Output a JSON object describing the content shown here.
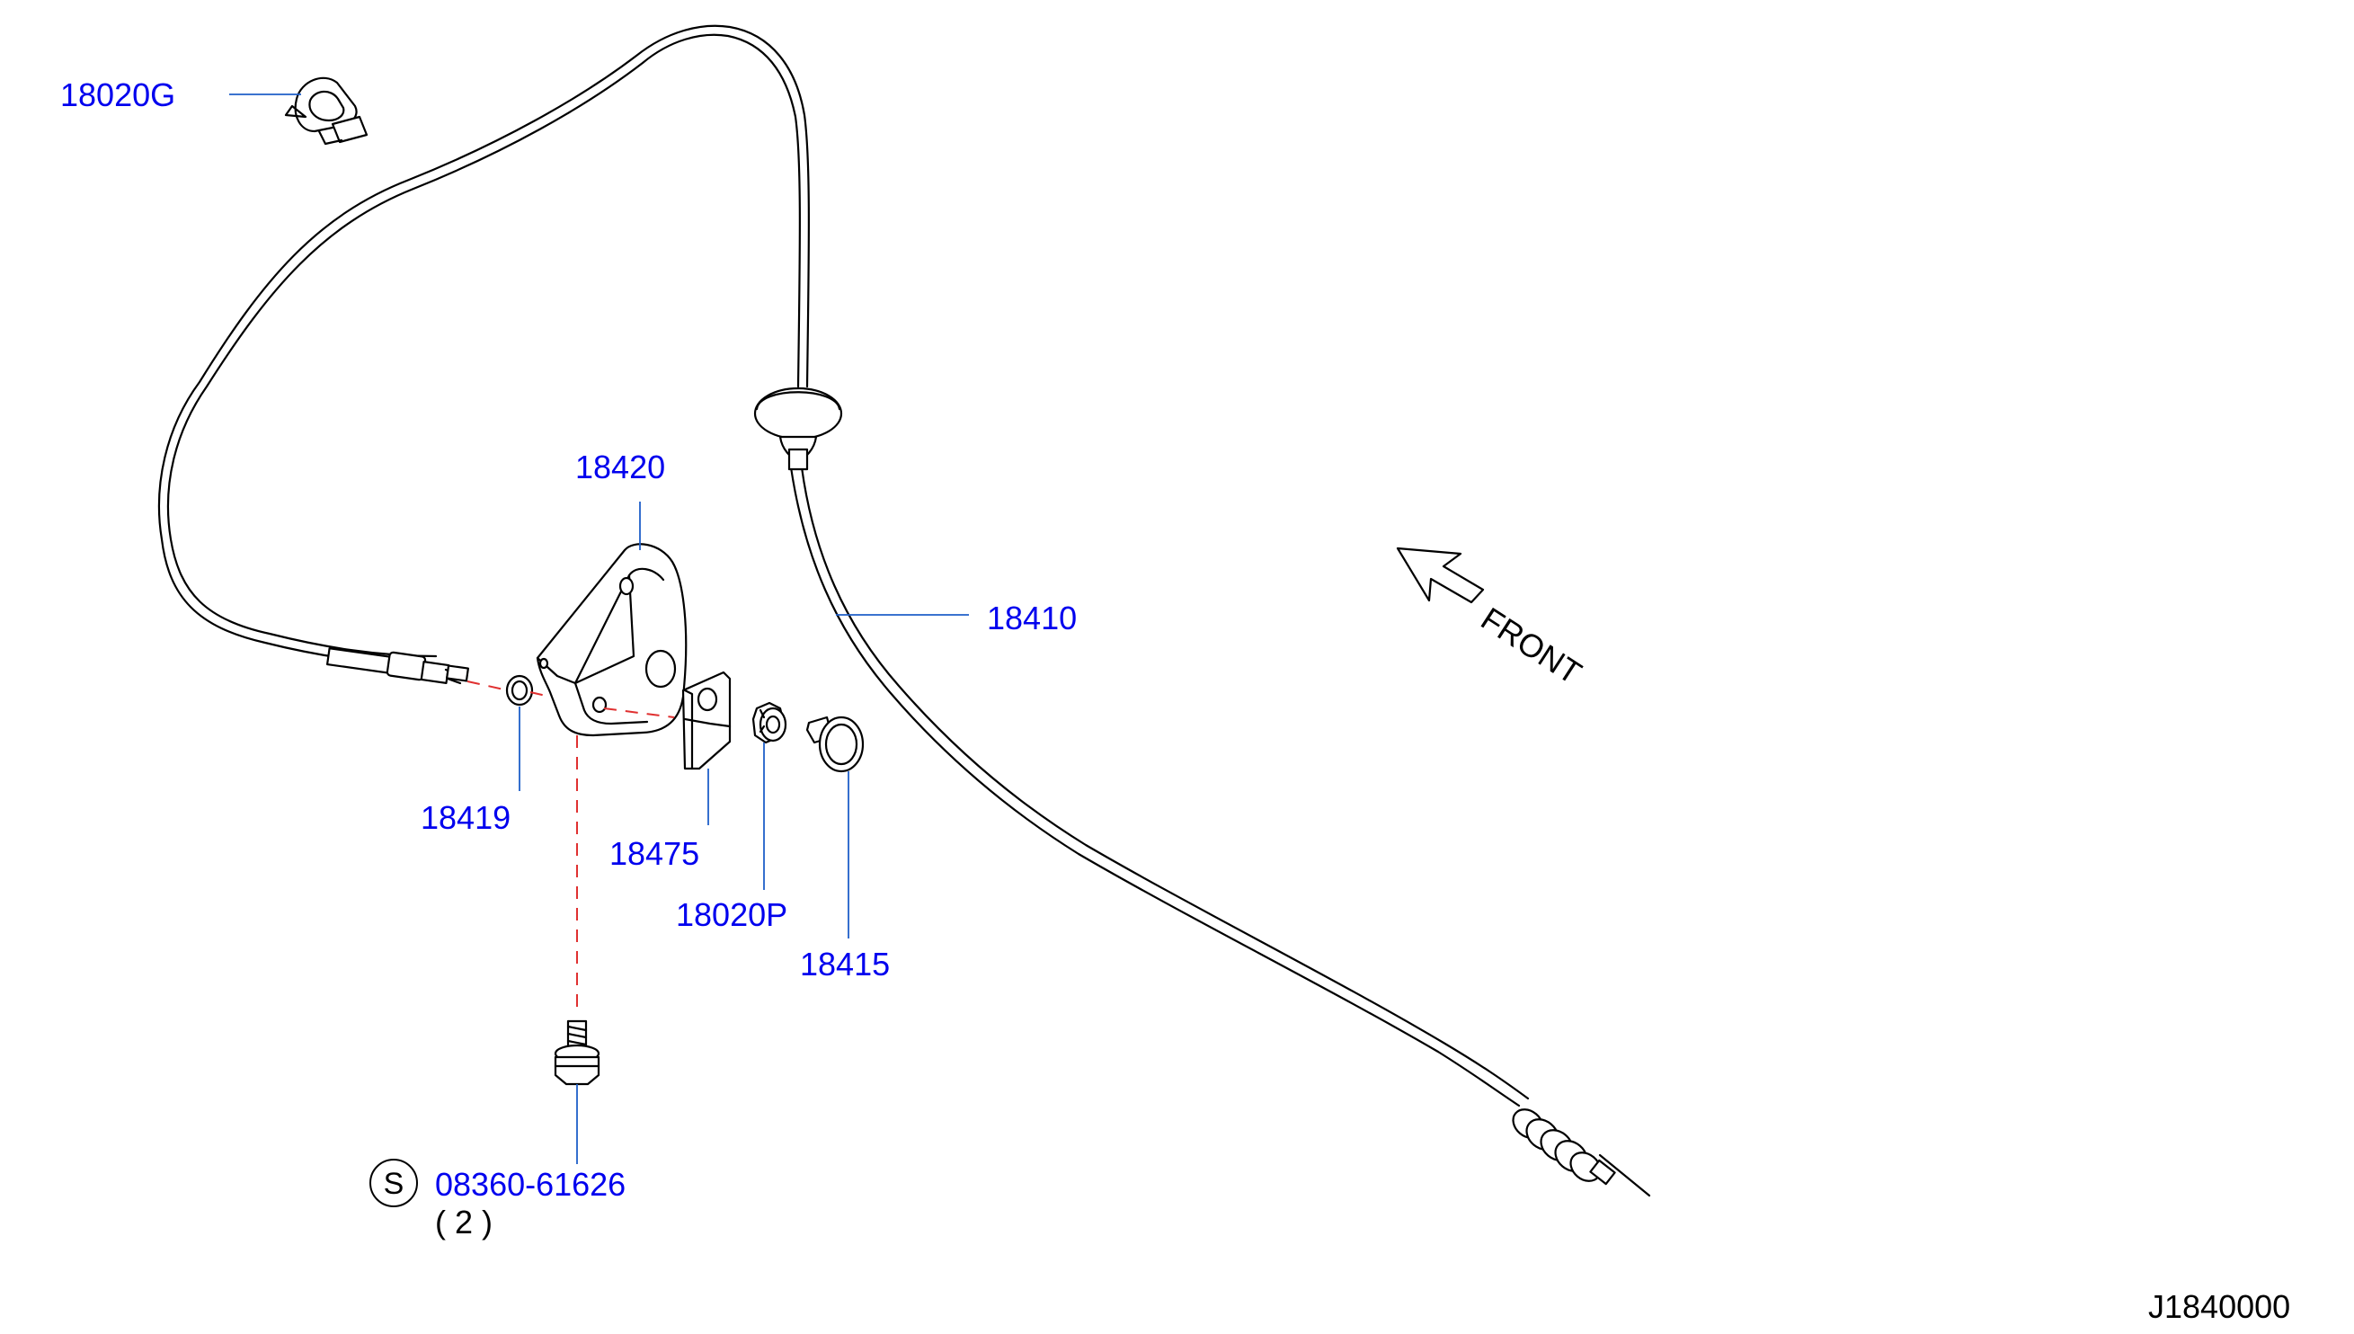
{
  "colors": {
    "label": "#0000ee",
    "leader": "#1f5fc8",
    "line": "#000000",
    "dash": "#e03030"
  },
  "parts": [
    {
      "id": "18020g",
      "number": "18020G"
    },
    {
      "id": "18420",
      "number": "18420"
    },
    {
      "id": "18410",
      "number": "18410"
    },
    {
      "id": "18419",
      "number": "18419"
    },
    {
      "id": "18475",
      "number": "18475"
    },
    {
      "id": "18020p",
      "number": "18020P"
    },
    {
      "id": "18415",
      "number": "18415"
    },
    {
      "id": "bolt",
      "number": "08360-61626",
      "symbol": "S",
      "quantity": "( 2 )"
    }
  ],
  "front_label": "FRONT",
  "diagram_id": "J1840000"
}
